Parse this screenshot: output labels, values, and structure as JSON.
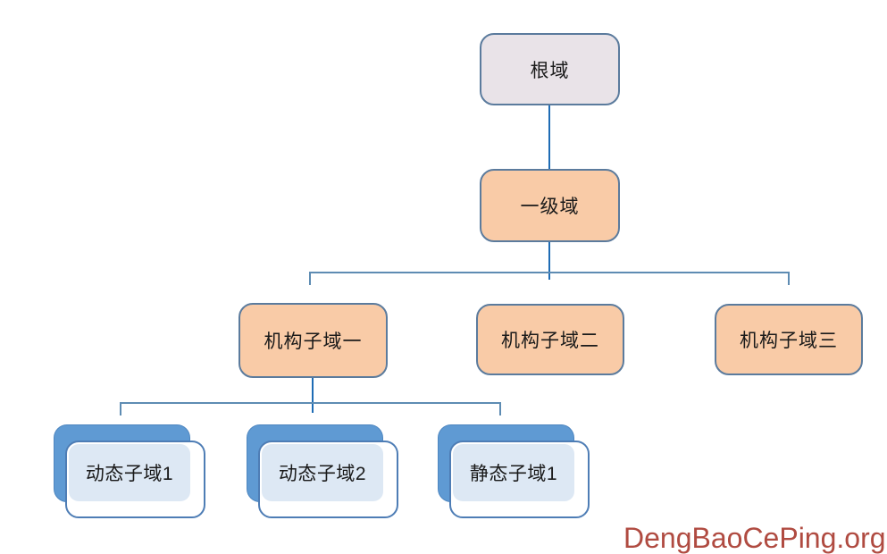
{
  "diagram": {
    "title_implicit": "domain hierarchy tree",
    "nodes": {
      "root": {
        "label": "根域"
      },
      "level1": {
        "label": "一级域"
      },
      "org1": {
        "label": "机构子域一"
      },
      "org2": {
        "label": "机构子域二"
      },
      "org3": {
        "label": "机构子域三"
      },
      "leaf1": {
        "label": "动态子域1"
      },
      "leaf2": {
        "label": "动态子域2"
      },
      "leaf3": {
        "label": "静态子域1"
      }
    },
    "edges": [
      {
        "from": "根域",
        "to": "一级域"
      },
      {
        "from": "一级域",
        "to": "机构子域一"
      },
      {
        "from": "一级域",
        "to": "机构子域二"
      },
      {
        "from": "一级域",
        "to": "机构子域三"
      },
      {
        "from": "机构子域一",
        "to": "动态子域1"
      },
      {
        "from": "机构子域一",
        "to": "动态子域2"
      },
      {
        "from": "机构子域一",
        "to": "静态子域1"
      }
    ],
    "colors": {
      "root_fill": "#e9e3e8",
      "child_fill": "#f9cba7",
      "node_border": "#5b7b9d",
      "connector_vertical": "#1e6cb5",
      "connector_horizontal": "#5e8cb3",
      "leaf_back_fill": "#5f9ad3",
      "leaf_front_border": "#4e7db5",
      "leaf_panel_fill": "#dae6f3",
      "text": "#1a1a1a"
    }
  },
  "watermark": {
    "text": "DengBaoCePing.org",
    "color": "#b04b41"
  }
}
